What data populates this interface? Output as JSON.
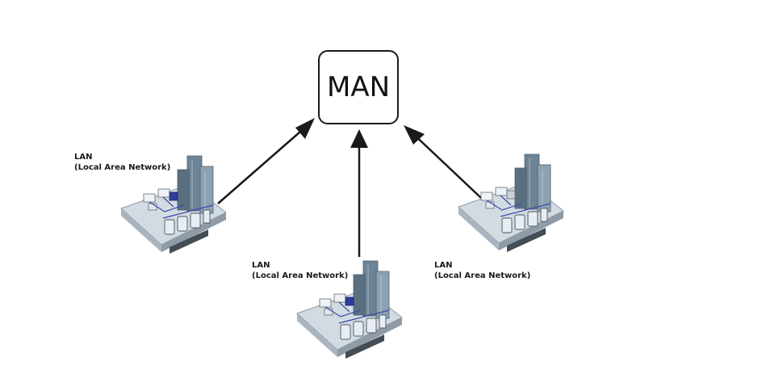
{
  "diagram": {
    "center_node": {
      "label": "MAN"
    },
    "lan_nodes": [
      {
        "title": "LAN",
        "subtitle": "(Local Area Network)"
      },
      {
        "title": "LAN",
        "subtitle": "(Local Area Network)"
      },
      {
        "title": "LAN",
        "subtitle": "(Local Area Network)"
      }
    ],
    "colors": {
      "line": "#1a1a1a",
      "board": "#c9d3dc",
      "tower": "#6f8597",
      "accent_blue": "#2d3c9c"
    },
    "icons": [
      "lan-network-illustration"
    ]
  }
}
